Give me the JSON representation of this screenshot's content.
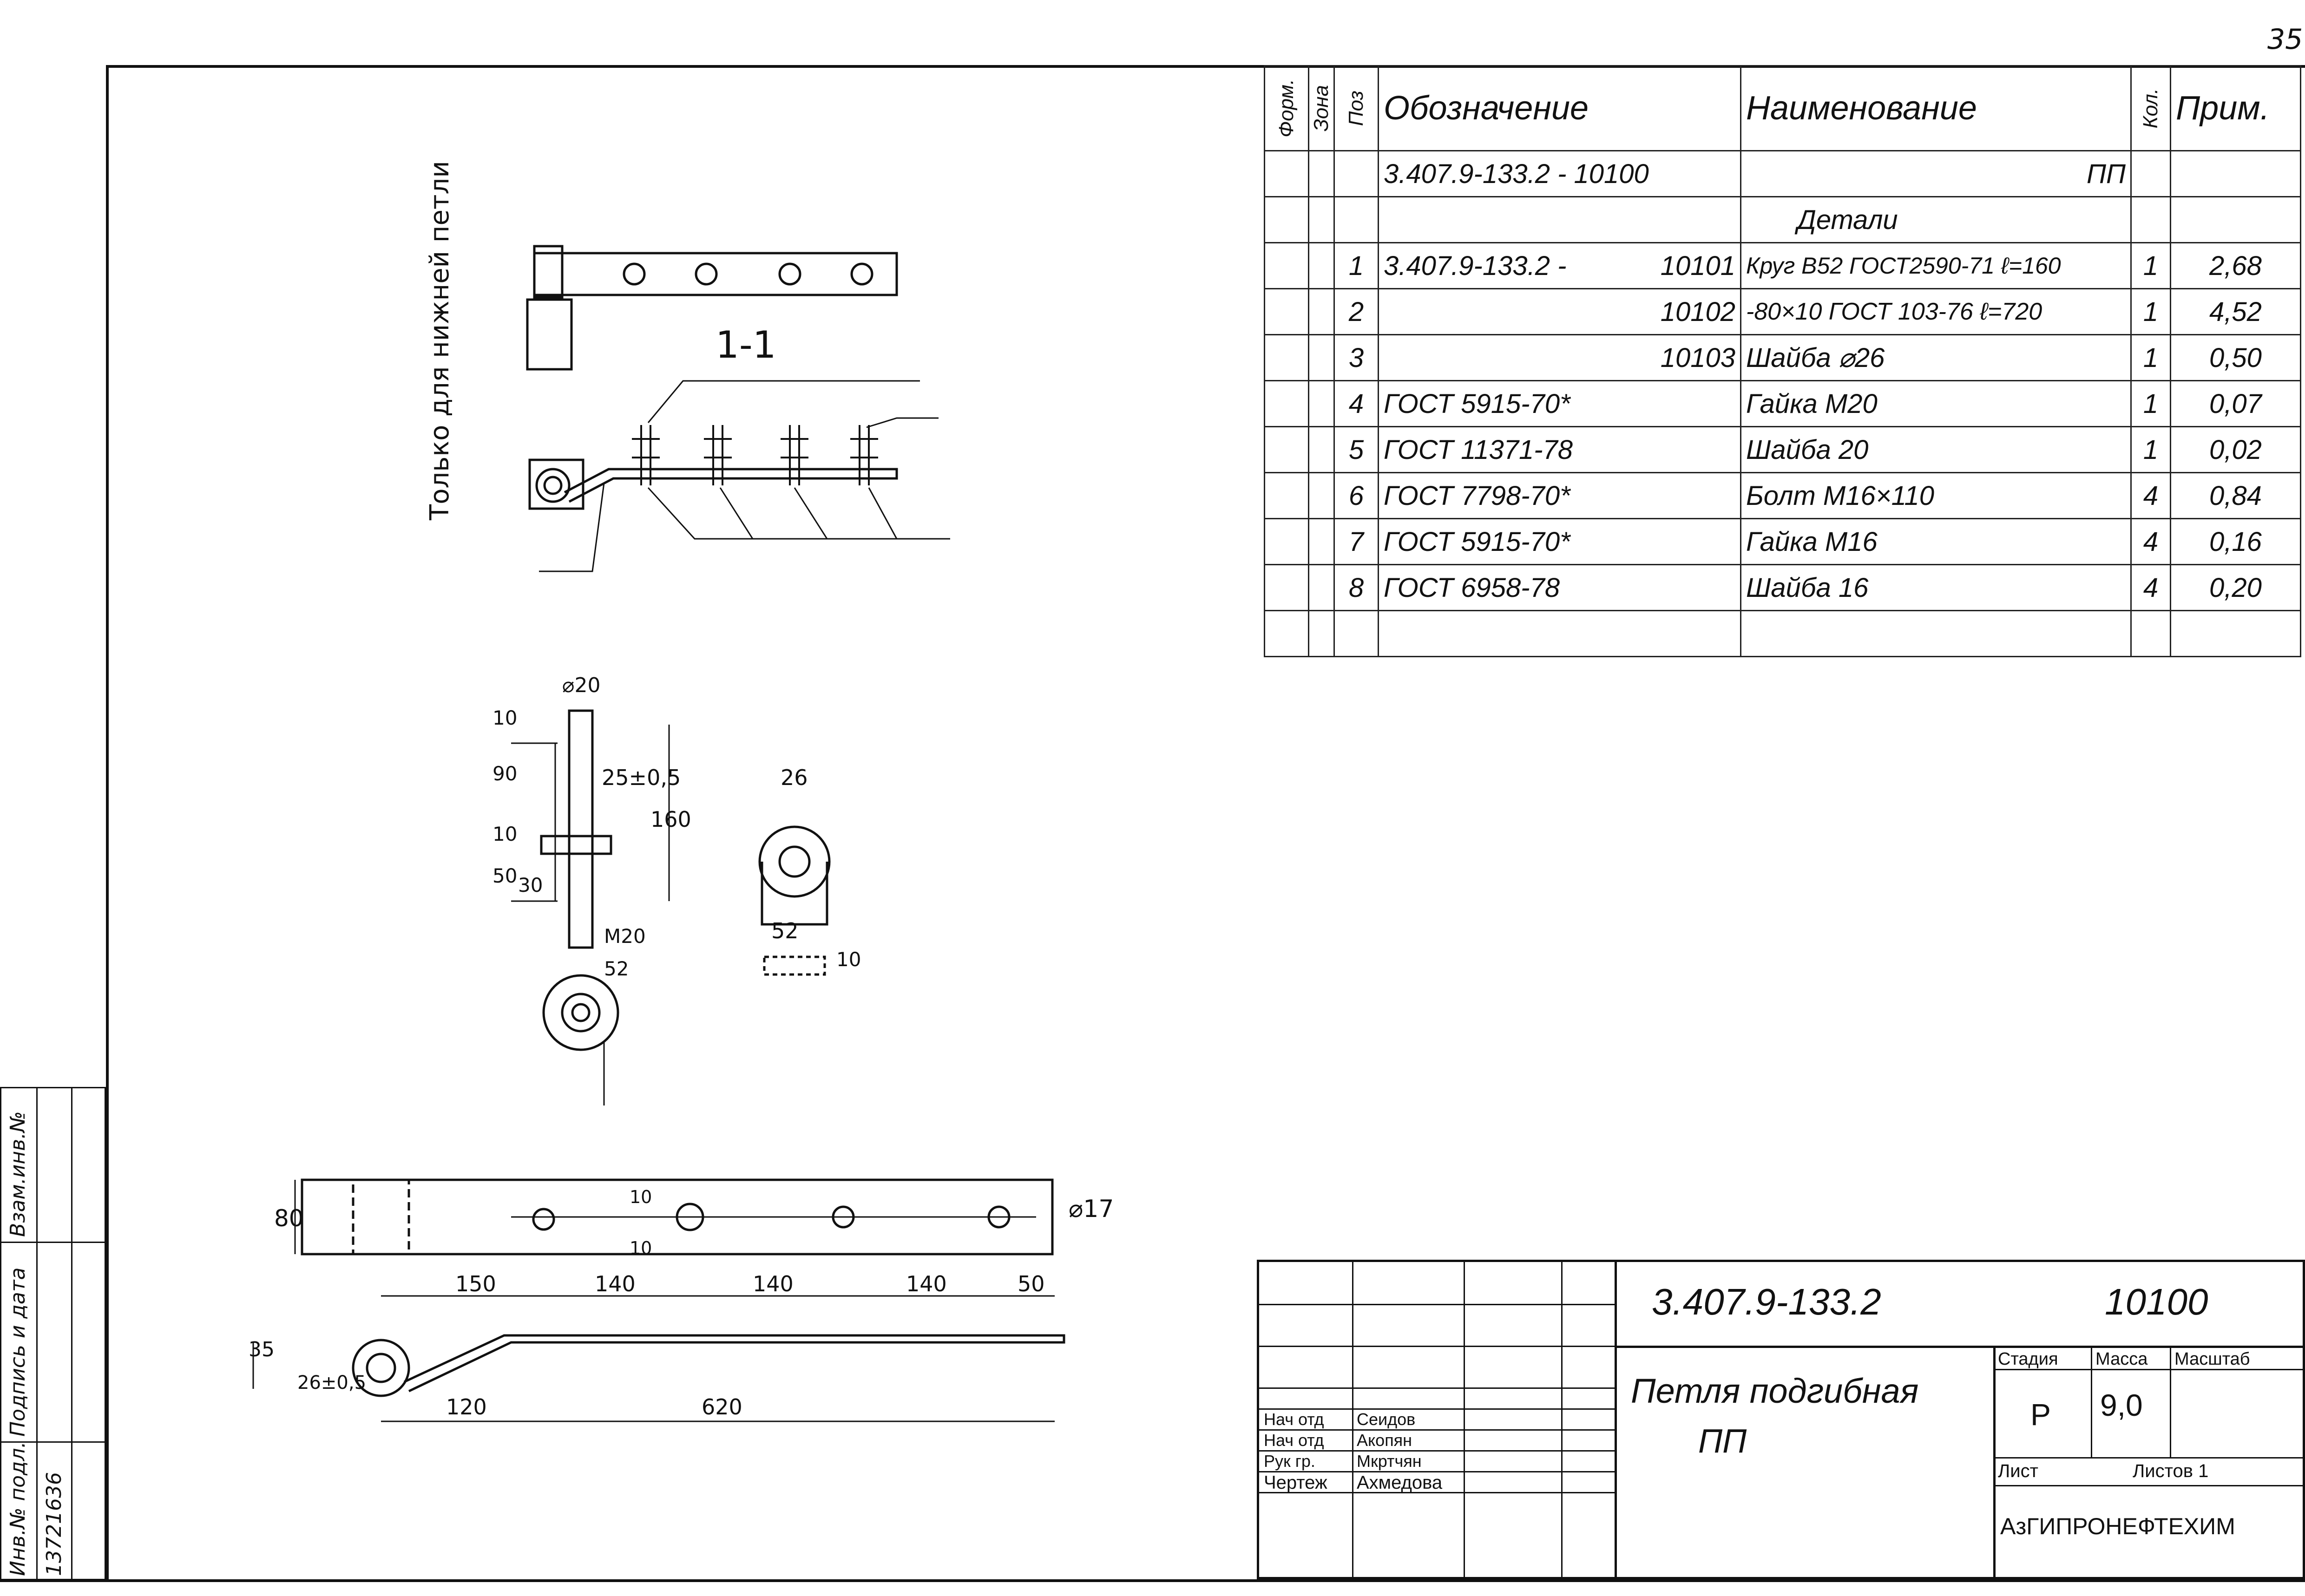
{
  "sheet_number": "35",
  "spec_table": {
    "headers": {
      "format": "Форм.",
      "zone": "Зона",
      "pos": "Поз",
      "designation": "Обозначение",
      "name": "Наименование",
      "qty": "Кол.",
      "note": "Прим."
    },
    "assembly_row": {
      "designation": "3.407.9-133.2 - 10100",
      "name": "ПП"
    },
    "section_title": "Детали",
    "rows": [
      {
        "pos": "1",
        "designation": "3.407.9-133.2 -",
        "code": "10101",
        "name": "Круг В52 ГОСТ2590-71 ℓ=160",
        "qty": "1",
        "note": "2,68"
      },
      {
        "pos": "2",
        "designation": "",
        "code": "10102",
        "name": "-80×10 ГОСТ 103-76 ℓ=720",
        "qty": "1",
        "note": "4,52"
      },
      {
        "pos": "3",
        "designation": "",
        "code": "10103",
        "name": "Шайба ⌀26",
        "qty": "1",
        "note": "0,50"
      },
      {
        "pos": "4",
        "designation": "ГОСТ 5915-70*",
        "code": "",
        "name": "Гайка М20",
        "qty": "1",
        "note": "0,07"
      },
      {
        "pos": "5",
        "designation": "ГОСТ 11371-78",
        "code": "",
        "name": "Шайба 20",
        "qty": "1",
        "note": "0,02"
      },
      {
        "pos": "6",
        "designation": "ГОСТ 7798-70*",
        "code": "",
        "name": "Болт М16×110",
        "qty": "4",
        "note": "0,84"
      },
      {
        "pos": "7",
        "designation": "ГОСТ 5915-70*",
        "code": "",
        "name": "Гайка М16",
        "qty": "4",
        "note": "0,16"
      },
      {
        "pos": "8",
        "designation": "ГОСТ 6958-78",
        "code": "",
        "name": "Шайба 16",
        "qty": "4",
        "note": "0,20"
      }
    ]
  },
  "title_block": {
    "doc_number": "3.407.9-133.2",
    "doc_code": "10100",
    "title_line1": "Петля подгибная",
    "title_line2": "ПП",
    "stage_label": "Стадия",
    "mass_label": "Масса",
    "scale_label": "Масштаб",
    "stage_value": "Р",
    "mass_value": "9,0",
    "sheet_label": "Лист",
    "sheets_label": "Листов 1",
    "organization": "АзГИПРОНЕФТЕХИМ",
    "signatures": [
      {
        "role": "Нач отд",
        "name": "Сеидов"
      },
      {
        "role": "Нач отд",
        "name": "Акопян"
      },
      {
        "role": "Рук гр.",
        "name": "Мкртчян"
      },
      {
        "role": "Чертеж",
        "name": "Ахмедова"
      }
    ]
  },
  "side_stamp": {
    "inv_label": "Инв.№ подл.",
    "sign_label": "Подпись и дата",
    "replace_label": "Взам.инв.№",
    "inv_value": "13721636"
  },
  "drawing_labels": {
    "view_note": "Только для нижней петли",
    "section": "1-1",
    "dims": [
      "⌀20",
      "10",
      "90",
      "10",
      "50",
      "30",
      "25±0,5",
      "160",
      "М20",
      "52",
      "26",
      "52",
      "10",
      "80",
      "10",
      "10",
      "⌀17",
      "150",
      "140",
      "140",
      "140",
      "50",
      "35",
      "26±0,5",
      "120",
      "620"
    ]
  }
}
